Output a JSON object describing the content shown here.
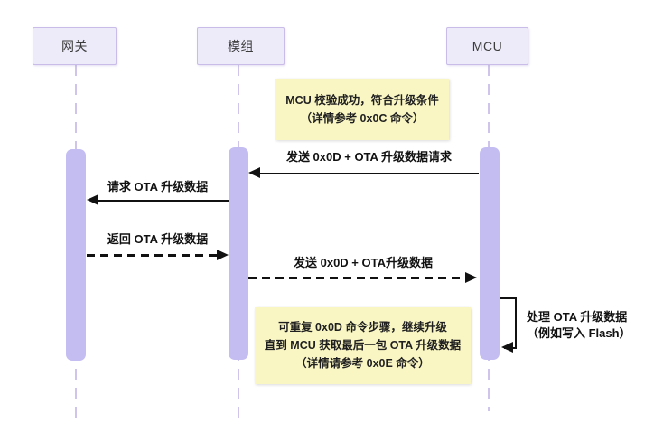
{
  "diagram": {
    "title_hint": "OTA upgrade sequence diagram",
    "actors": [
      {
        "label": "网关"
      },
      {
        "label": "模组"
      },
      {
        "label": "MCU"
      }
    ],
    "notes": [
      {
        "lines": [
          "MCU 校验成功，符合升级条件",
          "（详情参考 0x0C 命令）"
        ]
      },
      {
        "lines": [
          "可重复 0x0D 命令步骤，继续升级",
          "直到 MCU 获取最后一包 OTA 升级数据",
          "（详情请参考 0x0E 命令）"
        ]
      }
    ],
    "messages": [
      {
        "label": "发送 0x0D + OTA 升级数据请求",
        "from": "MCU",
        "to": "模组",
        "style": "solid",
        "direction": "left"
      },
      {
        "label": "请求 OTA 升级数据",
        "from": "模组",
        "to": "网关",
        "style": "solid",
        "direction": "left"
      },
      {
        "label": "返回 OTA 升级数据",
        "from": "网关",
        "to": "模组",
        "style": "dashed",
        "direction": "right"
      },
      {
        "label": "发送 0x0D + OTA升级数据",
        "from": "模组",
        "to": "MCU",
        "style": "dashed",
        "direction": "right"
      }
    ],
    "self_message": {
      "actor": "MCU",
      "lines": [
        "处理 OTA 升级数据",
        "（例如写入 Flash）"
      ]
    }
  },
  "colors": {
    "page_bg": "#ffffff",
    "actor_fill": "#edeaf9",
    "actor_border": "#c9bce8",
    "activation_fill": "#c4bdf2",
    "lifeline": "#cfc5ea",
    "note_fill": "#f9f6c4",
    "arrow": "#111111"
  }
}
